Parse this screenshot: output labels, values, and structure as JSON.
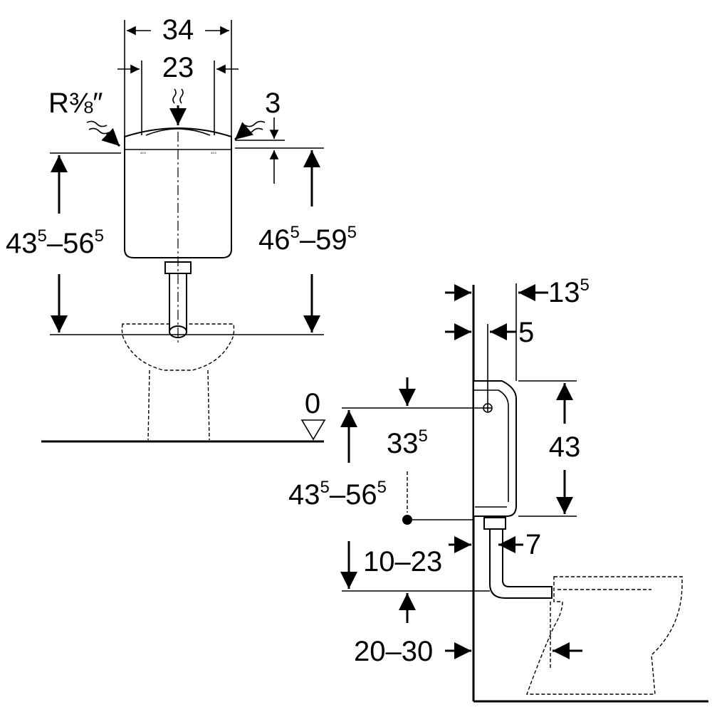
{
  "front_view": {
    "width_total": "34",
    "width_inner": "23",
    "connection_thread": "R⅜″",
    "offset_top": "3",
    "height_left_a": "43",
    "height_left_a_sup": "5",
    "height_left_sep": "–",
    "height_left_b": "56",
    "height_left_b_sup": "5",
    "height_right_a": "46",
    "height_right_a_sup": "5",
    "height_right_sep": "–",
    "height_right_b": "59",
    "height_right_b_sup": "5",
    "tank_mark_left": "43.5",
    "tank_mark_right": "43.5"
  },
  "side_view": {
    "floor_level": "0",
    "depth_tank": "13",
    "depth_tank_sup": "5",
    "wall_gap": "5",
    "tank_height": "43",
    "inlet_height": "33",
    "inlet_height_sup": "5",
    "height_a": "43",
    "height_a_sup": "5",
    "height_sep": "–",
    "height_b": "56",
    "height_b_sup": "5",
    "pipe_offset": "7",
    "pipe_range": "10–23",
    "pan_range": "20–30"
  }
}
